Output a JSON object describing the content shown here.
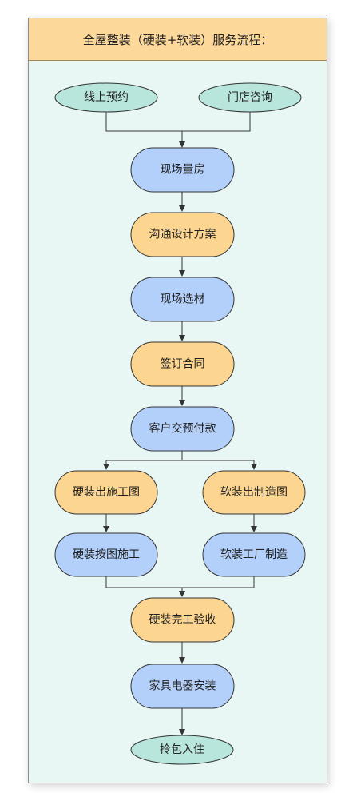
{
  "title": "全屋整装（硬装+软装）服务流程：",
  "colors": {
    "panel_bg": "#e8f7f4",
    "header_bg": "#fcd89a",
    "ellipse_fill": "#b8e6dc",
    "blue_fill": "#b3d0fb",
    "orange_fill": "#fcd590",
    "stroke": "#333333",
    "edge": "#333333"
  },
  "nodes": {
    "online": "线上预约",
    "store": "门店咨询",
    "measure": "现场量房",
    "design": "沟通设计方案",
    "material": "现场选材",
    "contract": "签订合同",
    "deposit": "客户交预付款",
    "hard_drawing": "硬装出施工图",
    "soft_drawing": "软装出制造图",
    "hard_build": "硬装按图施工",
    "soft_factory": "软装工厂制造",
    "hard_done": "硬装完工验收",
    "appliance": "家具电器安装",
    "move_in": "拎包入住"
  }
}
